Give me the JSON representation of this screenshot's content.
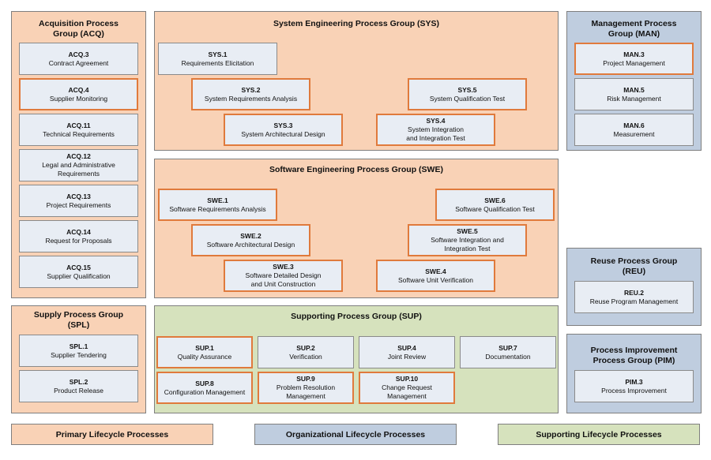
{
  "groups": {
    "acq": {
      "title": "Acquisition Process\nGroup (ACQ)"
    },
    "sys": {
      "title": "System Engineering Process Group (SYS)"
    },
    "man": {
      "title": "Management Process\nGroup (MAN)"
    },
    "swe": {
      "title": "Software Engineering Process Group (SWE)"
    },
    "reu": {
      "title": "Reuse Process Group\n(REU)"
    },
    "spl": {
      "title": "Supply Process Group\n(SPL)"
    },
    "sup": {
      "title": "Supporting Process Group (SUP)"
    },
    "pim": {
      "title": "Process Improvement\nProcess Group (PIM)"
    }
  },
  "processes": {
    "acq3": {
      "id": "ACQ.3",
      "name": "Contract Agreement"
    },
    "acq4": {
      "id": "ACQ.4",
      "name": "Supplier Monitoring"
    },
    "acq11": {
      "id": "ACQ.11",
      "name": "Technical Requirements"
    },
    "acq12": {
      "id": "ACQ.12",
      "name": "Legal and Administrative\nRequirements"
    },
    "acq13": {
      "id": "ACQ.13",
      "name": "Project Requirements"
    },
    "acq14": {
      "id": "ACQ.14",
      "name": "Request for Proposals"
    },
    "acq15": {
      "id": "ACQ.15",
      "name": "Supplier Qualification"
    },
    "sys1": {
      "id": "SYS.1",
      "name": "Requirements Elicitation"
    },
    "sys2": {
      "id": "SYS.2",
      "name": "System Requirements Analysis"
    },
    "sys3": {
      "id": "SYS.3",
      "name": "System Architectural Design"
    },
    "sys4": {
      "id": "SYS.4",
      "name": "System Integration\nand Integration Test"
    },
    "sys5": {
      "id": "SYS.5",
      "name": "System Qualification Test"
    },
    "man3": {
      "id": "MAN.3",
      "name": "Project Management"
    },
    "man5": {
      "id": "MAN.5",
      "name": "Risk Management"
    },
    "man6": {
      "id": "MAN.6",
      "name": "Measurement"
    },
    "swe1": {
      "id": "SWE.1",
      "name": "Software Requirements Analysis"
    },
    "swe2": {
      "id": "SWE.2",
      "name": "Software Architectural Design"
    },
    "swe3": {
      "id": "SWE.3",
      "name": "Software Detailed Design\nand Unit Construction"
    },
    "swe4": {
      "id": "SWE.4",
      "name": "Software Unit Verification"
    },
    "swe5": {
      "id": "SWE.5",
      "name": "Software Integration and\nIntegration Test"
    },
    "swe6": {
      "id": "SWE.6",
      "name": "Software Qualification Test"
    },
    "reu2": {
      "id": "REU.2",
      "name": "Reuse Program Management"
    },
    "spl1": {
      "id": "SPL.1",
      "name": "Supplier Tendering"
    },
    "spl2": {
      "id": "SPL.2",
      "name": "Product Release"
    },
    "sup1": {
      "id": "SUP.1",
      "name": "Quality Assurance"
    },
    "sup2": {
      "id": "SUP.2",
      "name": "Verification"
    },
    "sup4": {
      "id": "SUP.4",
      "name": "Joint Review"
    },
    "sup7": {
      "id": "SUP.7",
      "name": "Documentation"
    },
    "sup8": {
      "id": "SUP.8",
      "name": "Configuration Management"
    },
    "sup9": {
      "id": "SUP.9",
      "name": "Problem Resolution\nManagement"
    },
    "sup10": {
      "id": "SUP.10",
      "name": "Change Request\nManagement"
    },
    "pim3": {
      "id": "PIM.3",
      "name": "Process Improvement"
    }
  },
  "legend": {
    "primary": "Primary Lifecycle Processes",
    "organizational": "Organizational Lifecycle Processes",
    "supporting": "Supporting Lifecycle Processes"
  },
  "colors": {
    "primary": "#f9d2b6",
    "organizational": "#bfcddf",
    "supporting": "#d6e2bd",
    "highlight_border": "#e07a3c",
    "process_box": "#e8edf4"
  }
}
